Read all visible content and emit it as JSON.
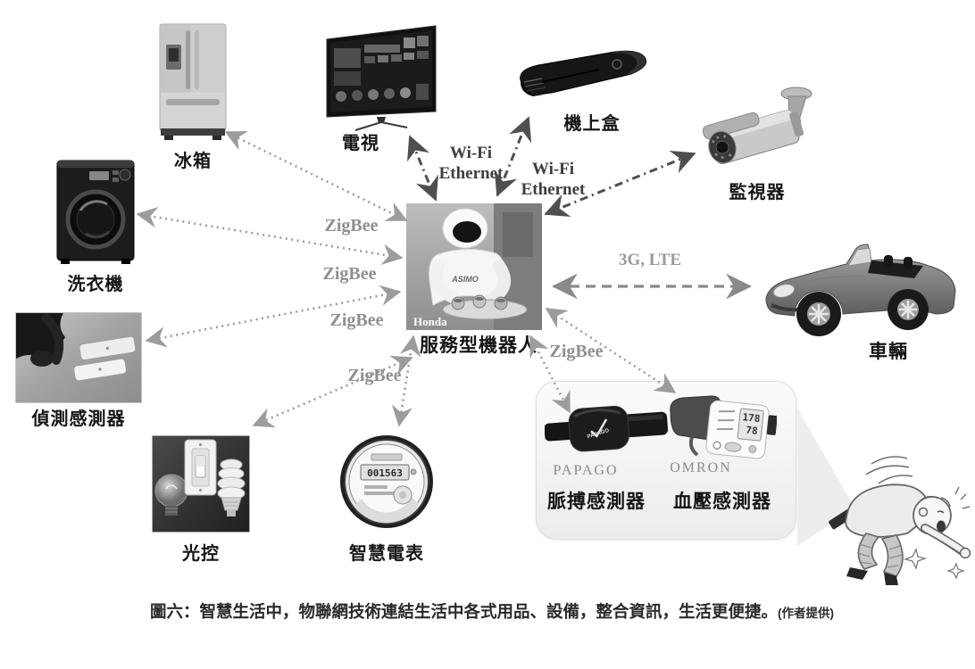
{
  "figure": {
    "caption_main": "圖六：智慧生活中，物聯網技術連結生活中各式用品、設備，整合資訊，生活更便捷。",
    "caption_credit": "(作者提供)"
  },
  "hub": {
    "label": "服務型機器人",
    "photo_brand": "Honda",
    "robot_model": "ASIMO"
  },
  "devices": {
    "fridge": {
      "label": "冰箱"
    },
    "tv": {
      "label": "電視"
    },
    "settop": {
      "label": "機上盒"
    },
    "camera": {
      "label": "監視器"
    },
    "washer": {
      "label": "洗衣機"
    },
    "door_sensor": {
      "label": "偵測感測器"
    },
    "light": {
      "label": "光控"
    },
    "meter": {
      "label": "智慧電表",
      "reading": "001563"
    },
    "car": {
      "label": "車輛"
    },
    "pulse": {
      "label": "脈搏感測器",
      "brand": "PAPAGO"
    },
    "bp": {
      "label": "血壓感測器",
      "brand": "OMRON",
      "display_top": "178",
      "display_mid": "78"
    }
  },
  "links": {
    "wifi_line1": "Wi-Fi",
    "wifi_line2": "Ethernet",
    "zigbee": "ZigBee",
    "cellular": "3G, LTE"
  },
  "colors": {
    "zigbee_label": "#8f8f8f",
    "wifi_label": "#3d3d3d",
    "cellular_label": "#999999",
    "arrow_gray": "#9c9c9c",
    "arrow_dark": "#4f4f4f"
  }
}
